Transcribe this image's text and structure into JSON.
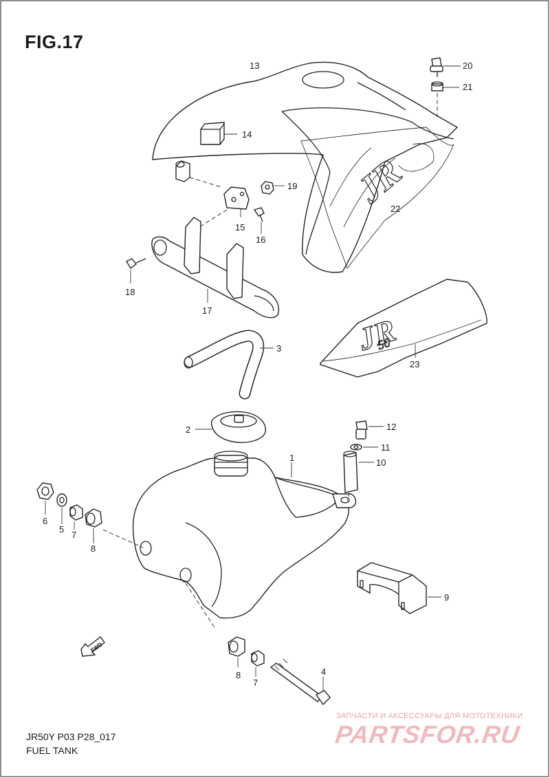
{
  "figure_title": "FIG.17",
  "footer": {
    "model_code": "JR50Y P03 P28_017",
    "section_name": "FUEL TANK"
  },
  "watermark": {
    "subtitle": "ЗАПЧАСТИ И АКСЕССУАРЫ ДЛЯ МОТОТЕХНИКИ",
    "site": "PARTSFOR.RU"
  },
  "fwd_label": "FWD",
  "decal_text": {
    "logo_jr": "JR",
    "logo_50": "50"
  },
  "callouts": {
    "c1": "1",
    "c2": "2",
    "c3": "3",
    "c4": "4",
    "c5": "5",
    "c6": "6",
    "c7a": "7",
    "c7b": "7",
    "c8a": "8",
    "c8b": "8",
    "c9": "9",
    "c10": "10",
    "c11": "11",
    "c12": "12",
    "c13": "13",
    "c14": "14",
    "c15": "15",
    "c16": "16",
    "c17": "17",
    "c18": "18",
    "c19": "19",
    "c20": "20",
    "c21": "21",
    "c22": "22",
    "c23": "23"
  }
}
